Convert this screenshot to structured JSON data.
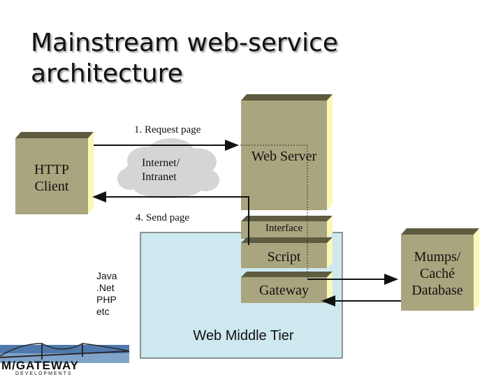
{
  "title": "Mainstream web-service architecture",
  "colors": {
    "box_front": "#a9a57e",
    "box_top": "#5d5b40",
    "box_side": "#fbf7b6",
    "middle_tier": "#cde8ee",
    "cloud": "#d5d5d5"
  },
  "nodes": {
    "http_client": [
      "HTTP",
      "Client"
    ],
    "web_server": "Web Server",
    "interface": "Interface",
    "script": "Script",
    "gateway": "Gateway",
    "database": [
      "Mumps/",
      "Caché",
      "Database"
    ],
    "cloud": [
      "Internet/",
      "Intranet"
    ],
    "middle_tier": "Web Middle Tier"
  },
  "edges": {
    "request": "1. Request page",
    "send": "4. Send page"
  },
  "languages": [
    "Java",
    ".Net",
    "PHP",
    "etc"
  ],
  "logo": {
    "line1": "M/GATEWAY",
    "line2": "DEVELOPMENTS"
  }
}
